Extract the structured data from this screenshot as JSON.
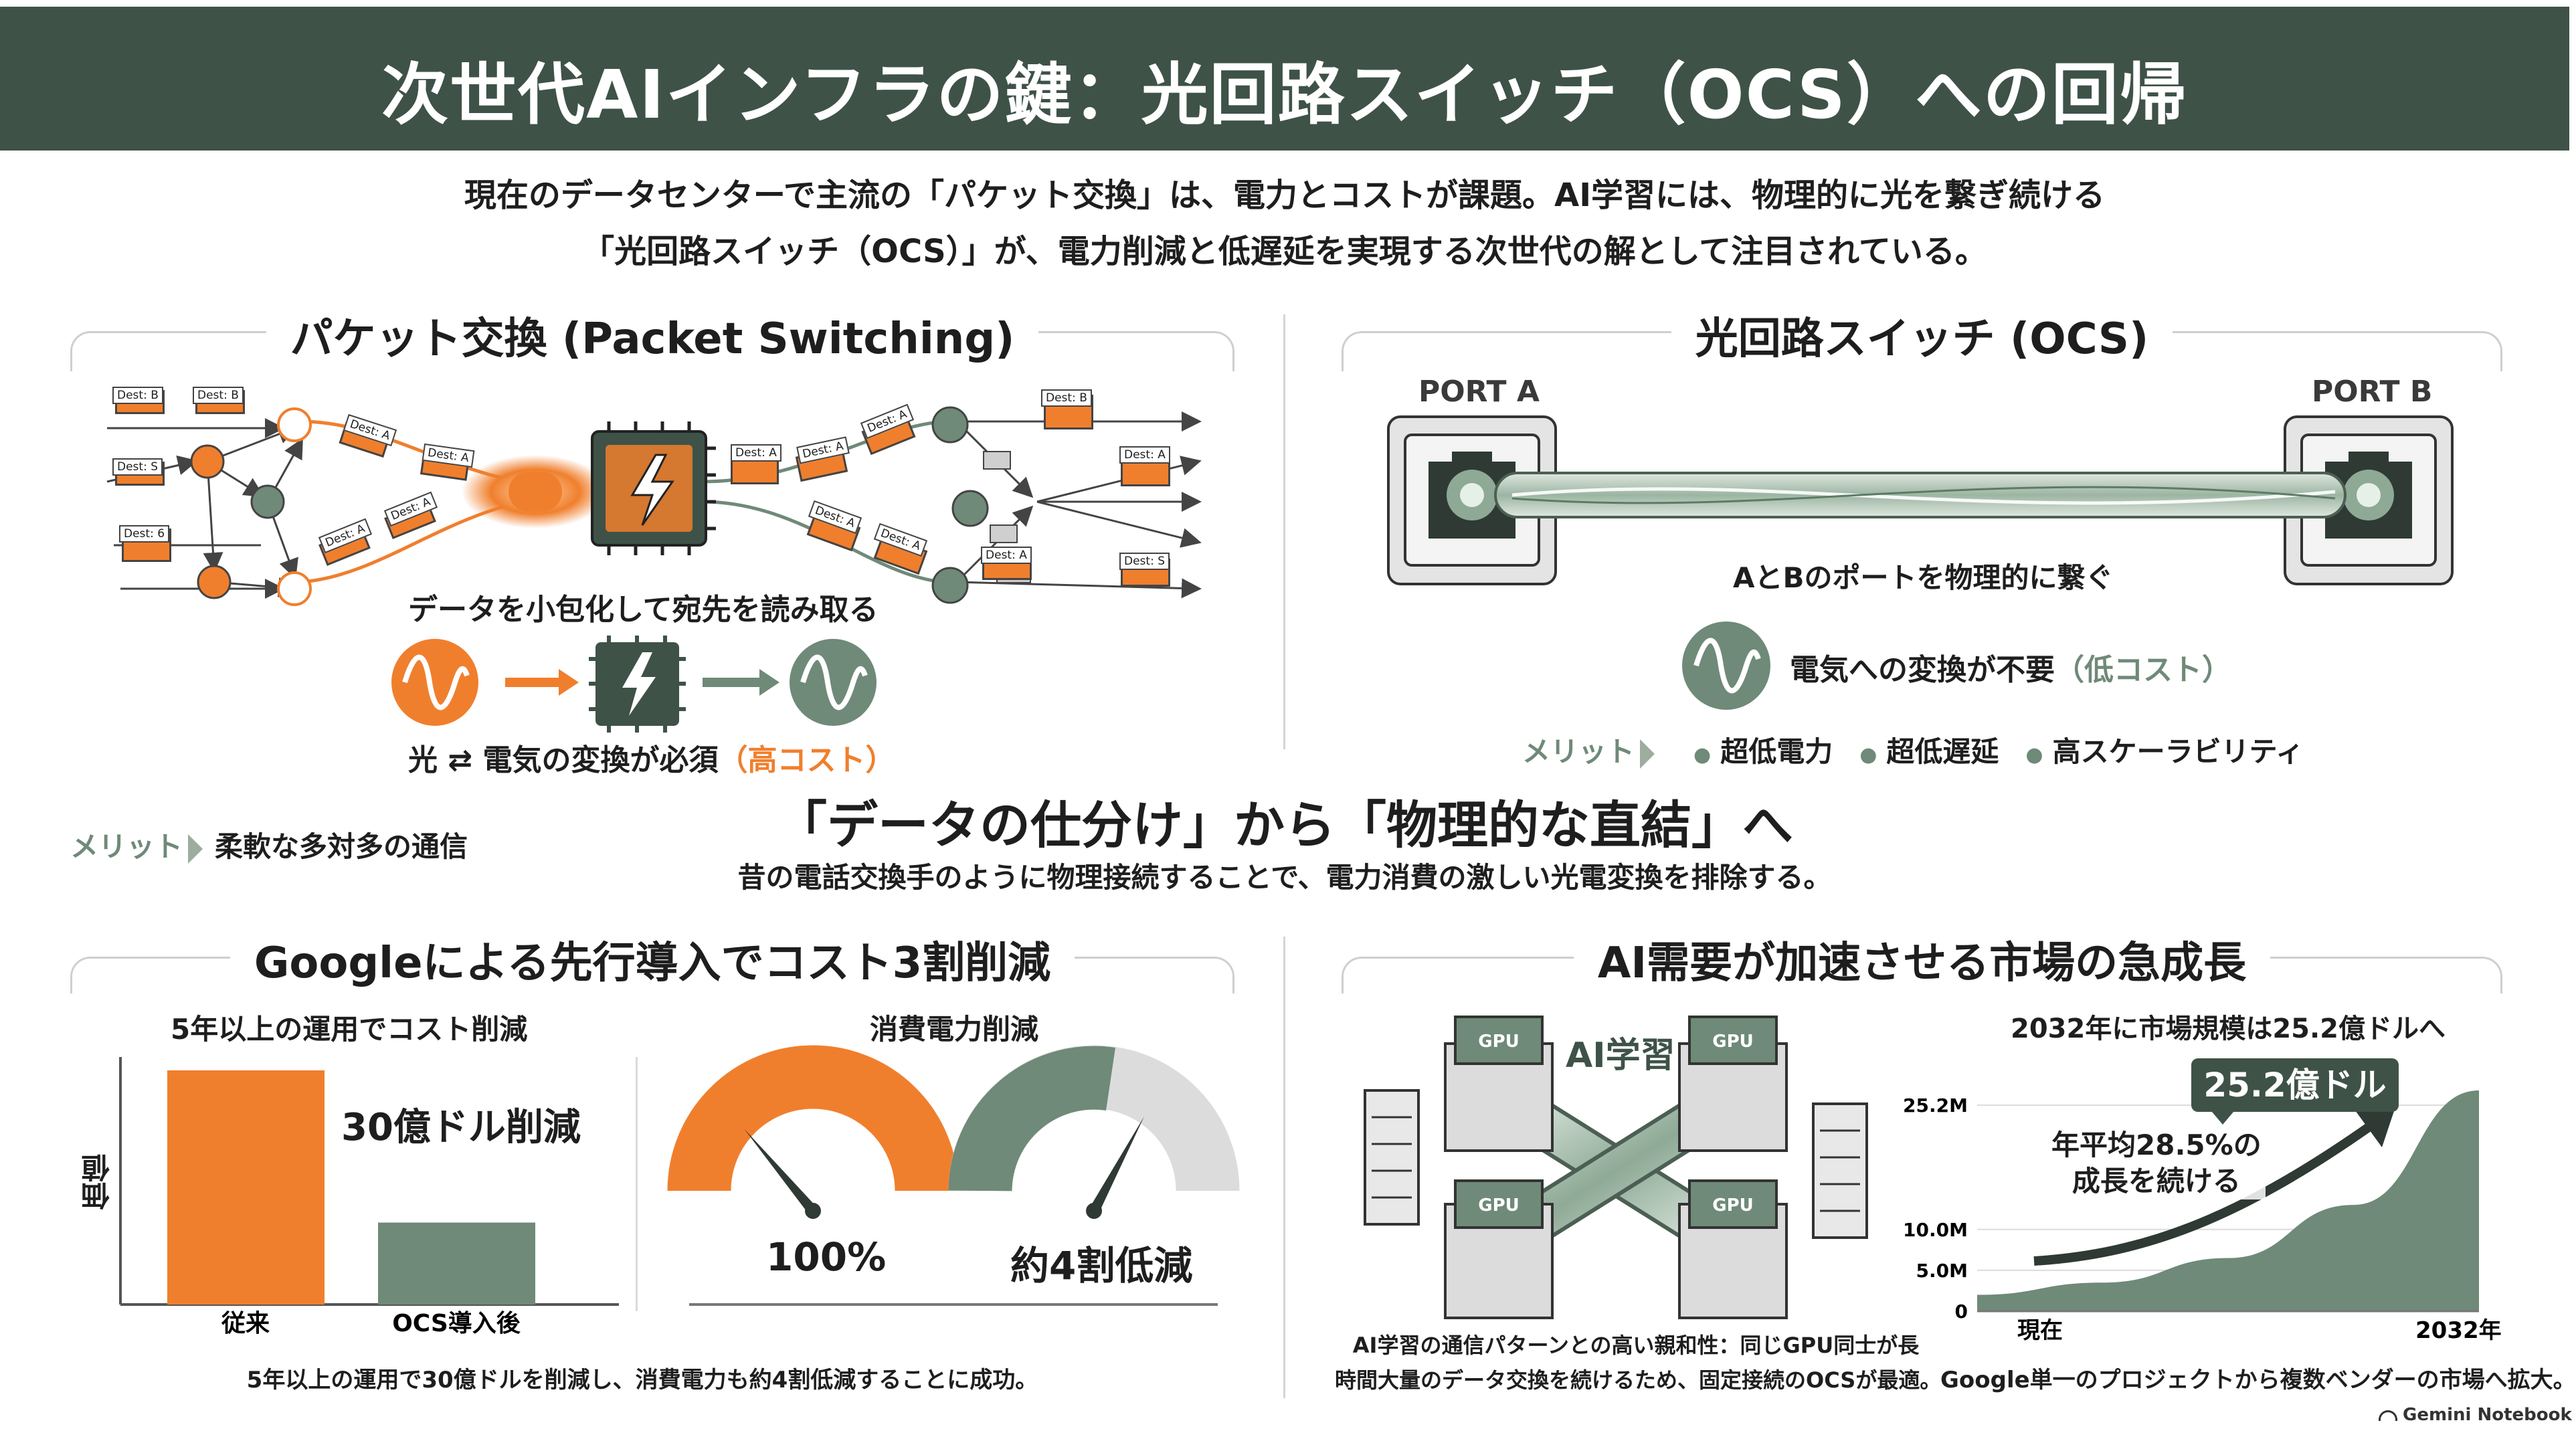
{
  "title": "次世代AIインフラの鍵：光回路スイッチ（OCS）への回帰",
  "intro": {
    "line1": "現在のデータセンターで主流の「パケット交換」は、電力とコストが課題。AI学習には、物理的に光を繋ぎ続ける",
    "line2": "「光回路スイッチ（OCS）」が、電力削減と低遅延を実現する次世代の解として注目されている。"
  },
  "packet": {
    "title": "パケット交換 (Packet Switching)",
    "dest_tags": [
      "Dest: B",
      "Dest: B",
      "Dest: S",
      "Dest: 6",
      "Dest: A",
      "Dest: A",
      "Dest: A",
      "Dest: A",
      "Dest: A",
      "Dest: A",
      "Dest: A",
      "Dest: A",
      "Dest: A",
      "Dest: B",
      "Dest: A",
      "Dest: A",
      "Dest: S"
    ],
    "caption": "データを小包化して宛先を読み取る",
    "conversion_prefix": "光 ⇄ 電気の変換が必須",
    "conversion_cost": "（高コスト）",
    "merit_label": "メリット",
    "merit_text": "柔軟な多対多の通信"
  },
  "ocs": {
    "title": "光回路スイッチ (OCS)",
    "port_a": "PORT A",
    "port_b": "PORT B",
    "caption": "AとBのポートを物理的に繋ぐ",
    "no_conversion": "電気への変換が不要",
    "no_conversion_cost": "（低コスト）",
    "merit_label": "メリット",
    "merits": [
      "超低電力",
      "超低遅延",
      "高スケーラビリティ"
    ]
  },
  "middle": {
    "headline": "「データの仕分け」から「物理的な直結」へ",
    "sub": "昔の電話交換手のように物理接続することで、電力消費の激しい光電変換を排除する。"
  },
  "google": {
    "title": "Googleによる先行導入でコスト3割削減",
    "cost_title": "5年以上の運用でコスト削減",
    "y_label": "価値",
    "savings_label": "30億ドル削減",
    "power_title": "消費電力削減",
    "gauge1_label": "100%",
    "gauge2_label": "約4割低減",
    "gauge1_fill": 1.0,
    "gauge2_fill": 0.6,
    "footer": "5年以上の運用で30億ドルを削減し、消費電力も約4割低減することに成功。"
  },
  "market": {
    "title": "AI需要が加速させる市場の急成長",
    "ai_label": "AI学習",
    "gpu_labels": [
      "GPU",
      "GPU",
      "GPU",
      "GPU"
    ],
    "left_footer_1": "AI学習の通信パターンとの高い親和性：同じGPU同士が長",
    "left_footer_2": "時間大量のデータ交換を続けるため、固定接続のOCSが最適。",
    "chart_title": "2032年に市場規模は25.2億ドルへ",
    "callout": "25.2億ドル",
    "growth_1": "年平均28.5%の",
    "growth_2": "成長を続ける",
    "right_footer": "Google単一のプロジェクトから複数ベンダーの市場へ拡大。"
  },
  "brand": "Gemini Notebook",
  "colors": {
    "orange": "#f07f2d",
    "green": "#6f8a78",
    "dark_green": "#3e5248",
    "light_gray": "#dcdcdc"
  },
  "chart_data": [
    {
      "type": "bar",
      "title": "5年以上の運用でコスト削減",
      "ylabel": "価値",
      "categories": [
        "従来",
        "OCS導入後"
      ],
      "values": [
        100,
        35
      ],
      "annotation": "30億ドル削減"
    },
    {
      "type": "area",
      "title": "2032年に市場規模は25.2億ドルへ",
      "x_tick_labels": [
        "現在",
        "2032年"
      ],
      "y_tick_labels": [
        "0",
        "5.0M",
        "10.0M",
        "25.2M"
      ],
      "x": [
        0,
        0.25,
        0.5,
        0.75,
        1.0
      ],
      "y": [
        2.0,
        3.5,
        6.5,
        13.0,
        27.0
      ],
      "annotations": [
        "25.2億ドル",
        "年平均28.5%の",
        "成長を続ける"
      ]
    }
  ]
}
